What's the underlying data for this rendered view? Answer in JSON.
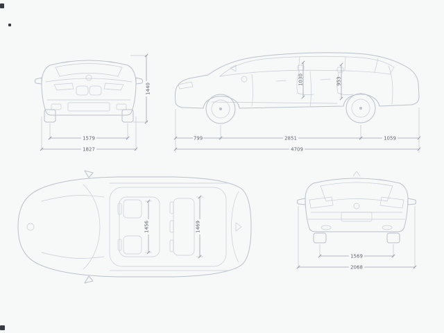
{
  "page": {
    "background_color": "#f7f8f8",
    "line_color": "#b9c1ca",
    "dimension_line_color": "#99a2ac",
    "label_color": "#5d656f"
  },
  "views": {
    "front": {
      "track": "1579",
      "overall_width": "1827",
      "height": "1440"
    },
    "side": {
      "front_overhang": "799",
      "wheelbase": "2851",
      "rear_overhang": "1059",
      "length": "4709",
      "front_headroom": "1030",
      "rear_headroom": "953"
    },
    "top": {
      "front_interior_width": "1456",
      "rear_interior_width": "1469"
    },
    "rear": {
      "track": "1569",
      "overall_width": "2068"
    }
  }
}
